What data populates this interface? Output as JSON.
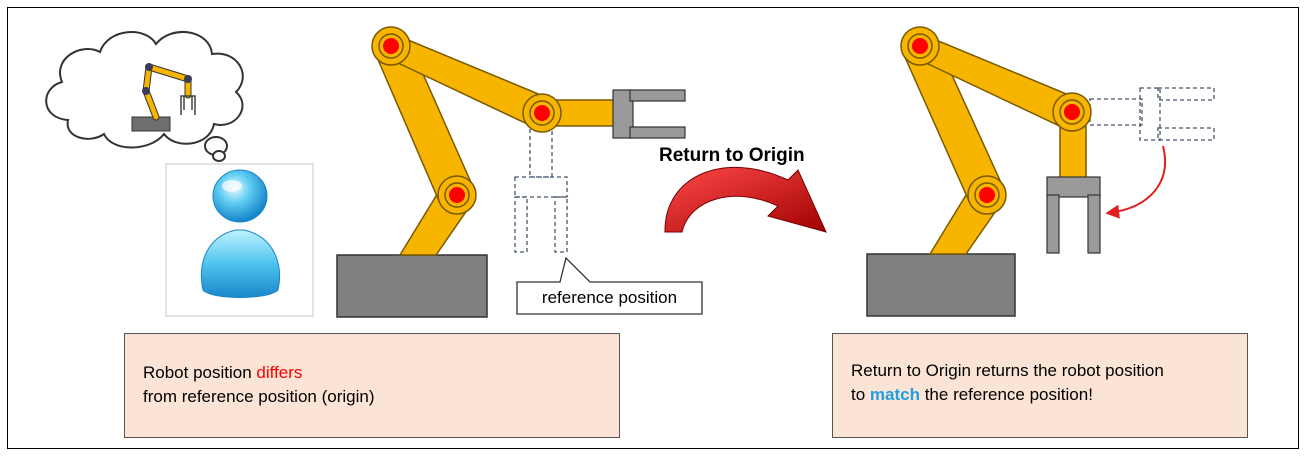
{
  "callout": {
    "text": "reference position"
  },
  "arrow": {
    "label": "Return to Origin"
  },
  "notes": {
    "left": {
      "line1_prefix": "Robot position ",
      "line1_highlight": "differs",
      "line2": "from reference position (origin)"
    },
    "right": {
      "line1": "Return to Origin returns the robot position",
      "line2_prefix": "to ",
      "line2_highlight": "match",
      "line2_suffix": " the reference position!"
    }
  },
  "colors": {
    "arm_yellow": "#f7b500",
    "arm_outline": "#7a5a00",
    "joint_red": "#ff0000",
    "base_gray": "#808080",
    "gripper_gray": "#9a9a9a",
    "note_background": "#fbe4d6",
    "arrow_red": "#c00000",
    "highlight_red": "#ff0000",
    "highlight_blue": "#1fa0e0"
  }
}
